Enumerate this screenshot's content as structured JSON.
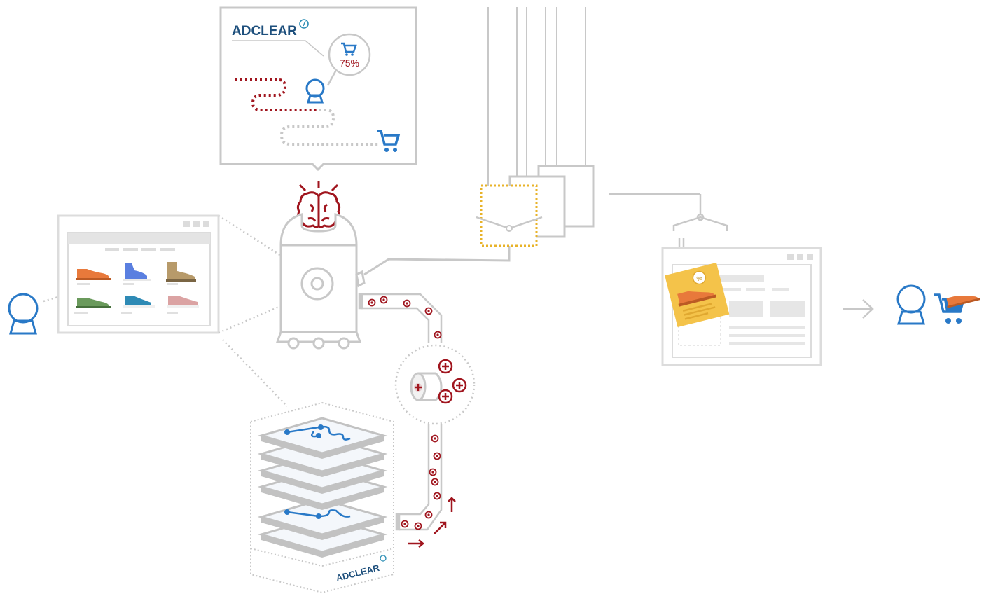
{
  "logo": {
    "top_left": "ADCLEAR",
    "bottom_right": "ADCLEAR"
  },
  "prediction": {
    "percent_label": "75%"
  },
  "colors": {
    "brand_blue": "#2979c7",
    "logo_navy": "#1d4f7c",
    "logo_teal": "#2b8db4",
    "accent_red": "#a0151e",
    "line_gray": "#c8c8c8",
    "highlight_yellow": "#e8b32a",
    "tag_yellow": "#f4c34a",
    "shoe_orange": "#e8793b"
  },
  "icons": [
    "user-icon",
    "shopping-cart-icon",
    "brain-icon",
    "browser-window-icon",
    "shoe-icon",
    "plus-circle-icon",
    "arrow-right-icon",
    "discount-tag-icon",
    "hanger-icon",
    "data-layers-icon"
  ]
}
